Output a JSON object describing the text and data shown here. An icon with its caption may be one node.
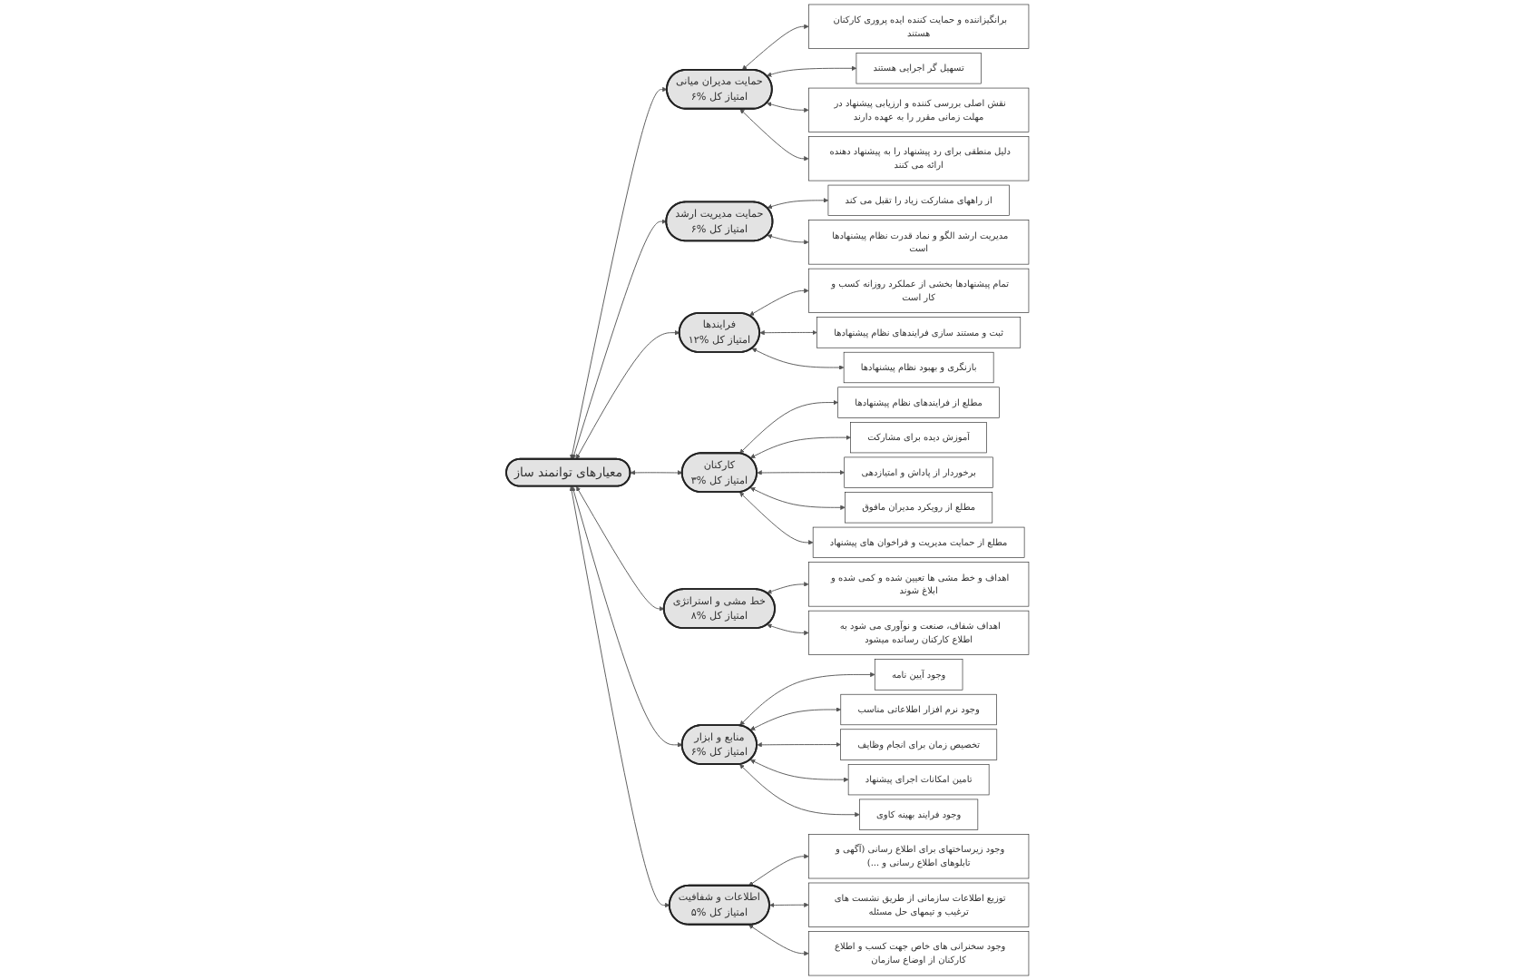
{
  "diagram": {
    "nodes": [
      {
        "text": [
          "معیارهای توانمند ساز"
        ]
      },
      {
        "text": [
          "حمایت مدیران میانی",
          "۶% امتیاز کل"
        ]
      },
      {
        "text": [
          "برانگیزاننده و حمایت کننده ایده پروری کارکنان هستند"
        ]
      },
      {
        "text": [
          "تسهیل گر اجرایی هستند"
        ]
      },
      {
        "text": [
          "نقش اصلی بررسی کننده و ارزیابی پیشنهاد در مهلت زمانی مقرر را به عهده دارند"
        ]
      },
      {
        "text": [
          "دلیل منطقی برای رد پیشنهاد را به پیشنهاد دهنده ارائه می کنند"
        ]
      },
      {
        "text": [
          "حمایت مدیریت ارشد",
          "۶% امتیاز کل"
        ]
      },
      {
        "text": [
          "از راههای مشارکت زیاد را تقبل می کند"
        ]
      },
      {
        "text": [
          "مدیریت ارشد الگو و نماد قدرت نظام پیشنهادها است"
        ]
      },
      {
        "text": [
          "فرایندها",
          "۱۲% امتیاز کل"
        ]
      },
      {
        "text": [
          "تمام پیشنهادها بخشی از عملکرد روزانه کسب و کار است"
        ]
      },
      {
        "text": [
          "ثبت و مستند سازی فرایندهای نظام پیشنهادها"
        ]
      },
      {
        "text": [
          "بازنگری و بهبود نظام پیشنهادها"
        ]
      },
      {
        "text": [
          "کارکنان",
          "۳% امتیاز کل"
        ]
      },
      {
        "text": [
          "مطلع از فرایندهای نظام پیشنهادها"
        ]
      },
      {
        "text": [
          "آموزش دیده برای مشارکت"
        ]
      },
      {
        "text": [
          "برخوردار از پاداش و امتیازدهی"
        ]
      },
      {
        "text": [
          "مطلع از رویکرد مدیران مافوق"
        ]
      },
      {
        "text": [
          "مطلع از حمایت مدیریت و فراخوان های پیشنهاد"
        ]
      },
      {
        "text": [
          "خط مشی و استراتژی",
          "۸% امتیاز کل"
        ]
      },
      {
        "text": [
          "اهداف و خط مشی ها تعیین شده و کمی شده و ابلاغ شوند"
        ]
      },
      {
        "text": [
          "اهداف شفاف، صنعت و نوآوری می شود به اطلاع کارکنان رسانده میشود"
        ]
      },
      {
        "text": [
          "منابع و ابزار",
          "۶% امتیاز کل"
        ]
      },
      {
        "text": [
          "وجود آیین نامه"
        ]
      },
      {
        "text": [
          "وجود نرم افزار اطلاعاتی مناسب"
        ]
      },
      {
        "text": [
          "تخصیص زمان برای انجام وظایف"
        ]
      },
      {
        "text": [
          "تامین امکانات اجرای پیشنهاد"
        ]
      },
      {
        "text": [
          "وجود فرایند بهینه کاوی"
        ]
      },
      {
        "text": [
          "اطلاعات و شفافیت",
          "۵% امتیاز کل"
        ]
      },
      {
        "text": [
          "وجود زیرساختهای برای اطلاع رسانی (آگهی و تابلوهای اطلاع رسانی و ...)"
        ]
      },
      {
        "text": [
          "توزیع اطلاعات سازمانی از طریق نشست های ترغیب و تیمهای حل مسئله"
        ]
      },
      {
        "text": [
          "وجود سخنرانی های خاص جهت کسب و اطلاع کارکنان از اوضاع سازمان"
        ]
      }
    ],
    "edges": [
      {
        "from": 0,
        "to": 1,
        "arrow": "both"
      },
      {
        "from": 1,
        "to": 2,
        "arrow": "both"
      },
      {
        "from": 1,
        "to": 3,
        "arrow": "both"
      },
      {
        "from": 1,
        "to": 4,
        "arrow": "both"
      },
      {
        "from": 1,
        "to": 5,
        "arrow": "both"
      },
      {
        "from": 0,
        "to": 6,
        "arrow": "both"
      },
      {
        "from": 6,
        "to": 7,
        "arrow": "both"
      },
      {
        "from": 6,
        "to": 8,
        "arrow": "both"
      },
      {
        "from": 0,
        "to": 9,
        "arrow": "both"
      },
      {
        "from": 9,
        "to": 10,
        "arrow": "both"
      },
      {
        "from": 9,
        "to": 11,
        "arrow": "both"
      },
      {
        "from": 9,
        "to": 12,
        "arrow": "both"
      },
      {
        "from": 0,
        "to": 13,
        "arrow": "both"
      },
      {
        "from": 13,
        "to": 14,
        "arrow": "both"
      },
      {
        "from": 13,
        "to": 15,
        "arrow": "both"
      },
      {
        "from": 13,
        "to": 16,
        "arrow": "both"
      },
      {
        "from": 13,
        "to": 17,
        "arrow": "both"
      },
      {
        "from": 13,
        "to": 18,
        "arrow": "both"
      },
      {
        "from": 0,
        "to": 19,
        "arrow": "both"
      },
      {
        "from": 19,
        "to": 20,
        "arrow": "both"
      },
      {
        "from": 19,
        "to": 21,
        "arrow": "both"
      },
      {
        "from": 0,
        "to": 22,
        "arrow": "both"
      },
      {
        "from": 22,
        "to": 23,
        "arrow": "both"
      },
      {
        "from": 22,
        "to": 24,
        "arrow": "both"
      },
      {
        "from": 22,
        "to": 25,
        "arrow": "both"
      },
      {
        "from": 22,
        "to": 26,
        "arrow": "both"
      },
      {
        "from": 22,
        "to": 27,
        "arrow": "both"
      },
      {
        "from": 0,
        "to": 28,
        "arrow": "both"
      },
      {
        "from": 28,
        "to": 29,
        "arrow": "both"
      },
      {
        "from": 28,
        "to": 30,
        "arrow": "both"
      },
      {
        "from": 28,
        "to": 31,
        "arrow": "both"
      }
    ]
  }
}
